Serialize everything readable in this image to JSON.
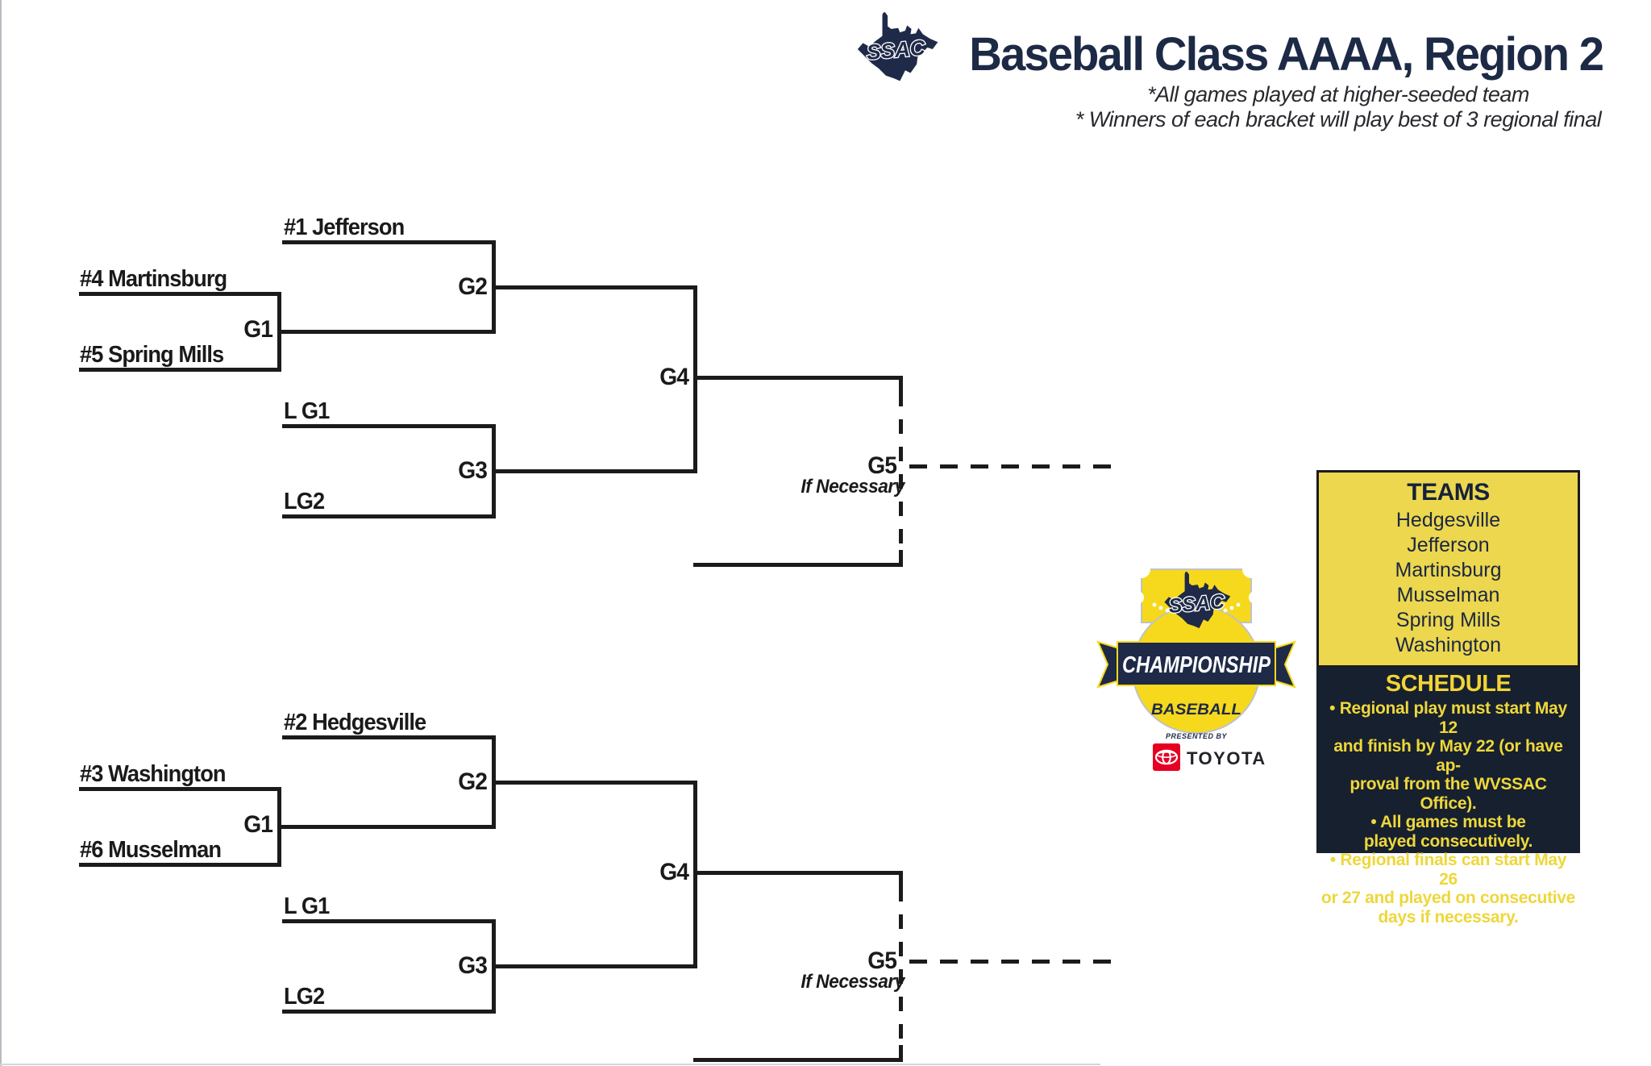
{
  "header": {
    "logo_text": "SSAC",
    "title": "Baseball Class AAAA, Region 2",
    "note1": "*All games played at higher-seeded team",
    "note2": "* Winners of each bracket will play best of 3 regional final"
  },
  "bracket_top": {
    "seed_top": "#1 Jefferson",
    "seed_mid": "#4 Martinsburg",
    "seed_low": "#5 Spring Mills",
    "loser_g1": "L G1",
    "loser_g2": "LG2",
    "g1": "G1",
    "g2": "G2",
    "g3": "G3",
    "g4": "G4",
    "g5": "G5",
    "if_necessary": "If Necessary"
  },
  "bracket_bottom": {
    "seed_top": "#2 Hedgesville",
    "seed_mid": "#3 Washington",
    "seed_low": "#6 Musselman",
    "loser_g1": "L G1",
    "loser_g2": "LG2",
    "g1": "G1",
    "g2": "G2",
    "g3": "G3",
    "g4": "G4",
    "g5": "G5",
    "if_necessary": "If Necessary"
  },
  "teams_box": {
    "title": "TEAMS",
    "teams": [
      "Hedgesville",
      "Jefferson",
      "Martinsburg",
      "Musselman",
      "Spring Mills",
      "Washington"
    ]
  },
  "schedule_box": {
    "title": "SCHEDULE",
    "lines": [
      "• Regional play must start May 12",
      "and finish by May 22 (or have ap-",
      "proval from the WVSSAC Office).",
      "• All games must be",
      "played consecutively.",
      "• Regional finals can start May 26",
      "or 27 and played on consecutive",
      "days if necessary."
    ]
  },
  "badge": {
    "ssac": "SSAC",
    "championship": "CHAMPIONSHIP",
    "sport": "BASEBALL",
    "presented_by": "PRESENTED BY",
    "sponsor": "TOYOTA"
  },
  "colors": {
    "navy": "#1e2a47",
    "line_black": "#1b1b1b",
    "teams_yellow": "#ecd74e",
    "schedule_navy": "#16202f",
    "schedule_text": "#eed73b",
    "badge_yellow": "#f6d91c",
    "toyota_red": "#e50023"
  }
}
